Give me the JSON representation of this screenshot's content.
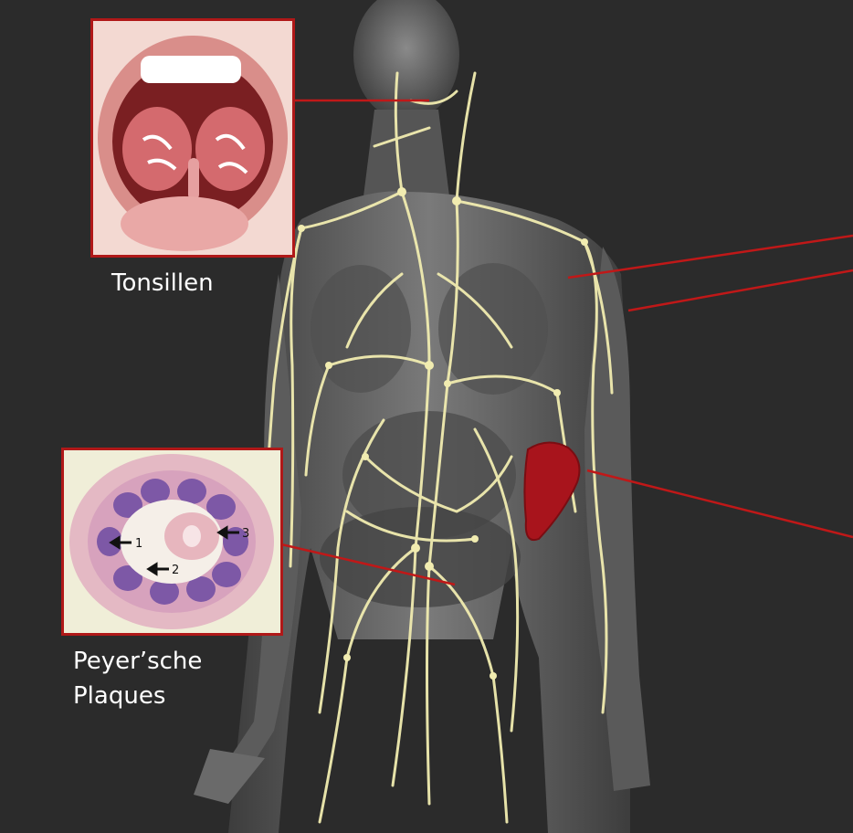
{
  "labels": {
    "tonsils": "Tonsillen",
    "peyer_line1": "Peyer’sche",
    "peyer_line2": "Plaques"
  },
  "colors": {
    "background": "#2b2b2b",
    "body": "#6e6e6e",
    "lymph": "#f1ecb0",
    "leader_line": "#c01818",
    "spleen": "#a8141c",
    "inset_border": "#b01818"
  },
  "icons": {
    "tonsils_photo": "throat-photo-icon",
    "peyer_photo": "intestine-cross-section-icon"
  },
  "histology_markers": [
    "1",
    "2",
    "3"
  ]
}
